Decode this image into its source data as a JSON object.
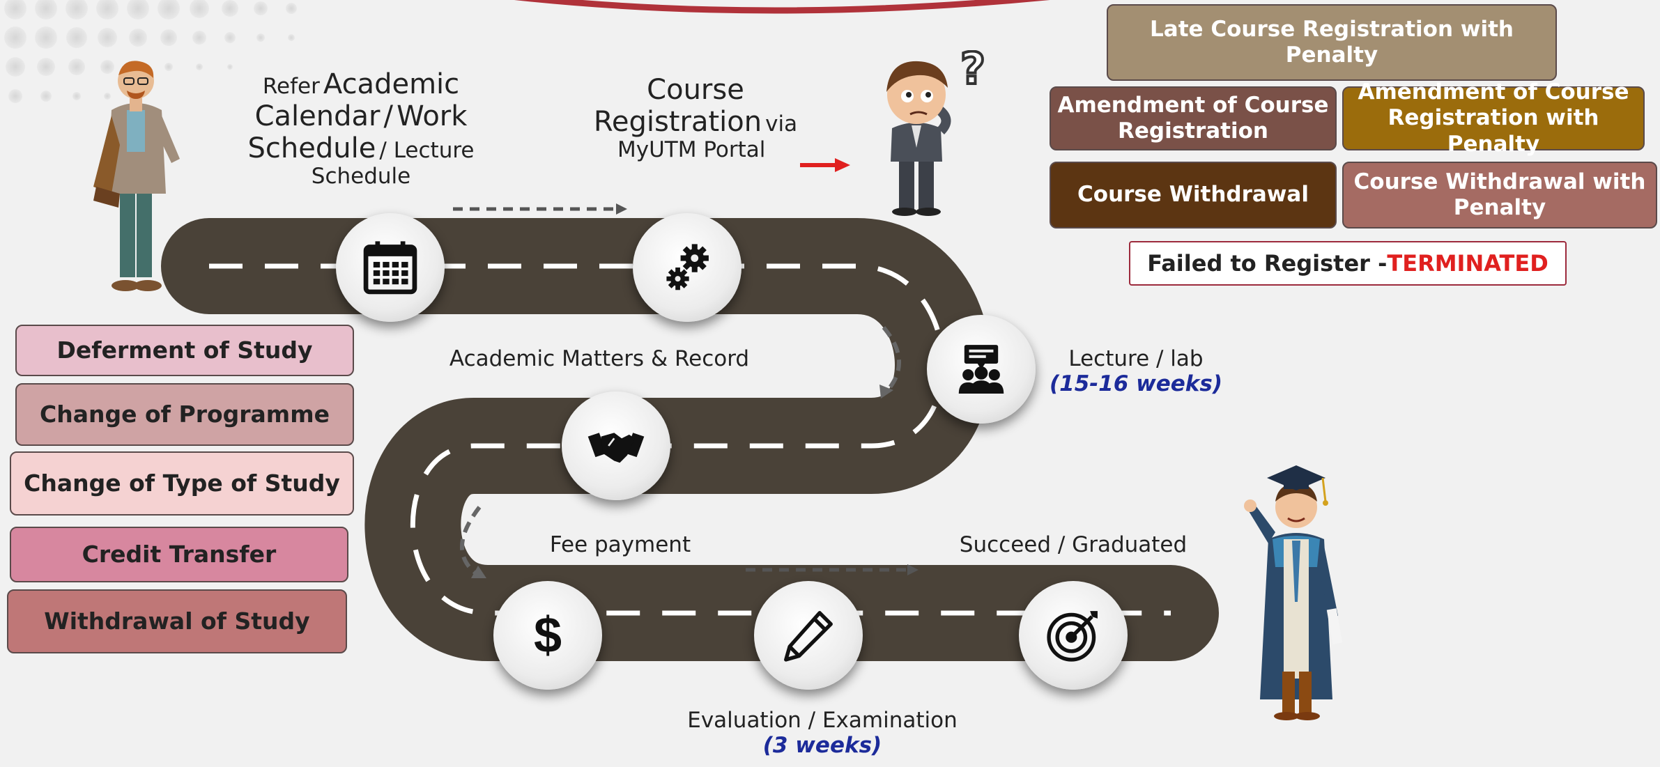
{
  "labels": {
    "refer_1": "Refer",
    "refer_2": "Academic",
    "refer_3": "Calendar",
    "refer_4": "/",
    "refer_5": "Work",
    "refer_6": "Schedule",
    "refer_7": "/ Lecture",
    "refer_8": "Schedule",
    "course_1": "Course",
    "course_2": "Registration",
    "course_3": "via",
    "course_4": "MyUTM Portal",
    "academic_matters": "Academic Matters & Record",
    "lecture": "Lecture / lab",
    "lecture_weeks": "(15-16 weeks)",
    "fee_payment": "Fee payment",
    "succeed": "Succeed / Graduated",
    "evaluation": "Evaluation / Examination",
    "evaluation_weeks": "(3 weeks)"
  },
  "left_boxes": [
    {
      "label": "Deferment of Study",
      "color": "#e8bfcc"
    },
    {
      "label": "Change of Programme",
      "color": "#cfa3a4"
    },
    {
      "label": "Change of Type of Study",
      "color": "#f5d2d2"
    },
    {
      "label": "Credit Transfer",
      "color": "#d7879f"
    },
    {
      "label": "Withdrawal of Study",
      "color": "#bf7777"
    }
  ],
  "right_boxes": {
    "late_registration": "Late Course Registration with Penalty",
    "amendment_1": "Amendment of Course",
    "amendment_2": "Registration",
    "amendment_penalty_1": "Amendment of Course",
    "amendment_penalty_2": "Registration with Penalty",
    "withdrawal": "Course Withdrawal",
    "withdrawal_penalty_1": "Course Withdrawal with",
    "withdrawal_penalty_2": "Penalty",
    "failed": "Failed to Register -",
    "terminated": "TERMINATED"
  },
  "colors": {
    "road": "#4a4238",
    "tan": "#a38f72",
    "brown": "#7a5148",
    "gold": "#9b6c0c",
    "dark_brown": "#5c3512",
    "rose": "#a56b63",
    "red": "#e0201f",
    "blue": "#1c2b9a"
  },
  "icons": [
    "calendar-icon",
    "gears-icon",
    "presentation-icon",
    "handshake-icon",
    "dollar-icon",
    "pencil-icon",
    "target-icon",
    "student-figure",
    "confused-man-figure",
    "graduate-figure"
  ]
}
